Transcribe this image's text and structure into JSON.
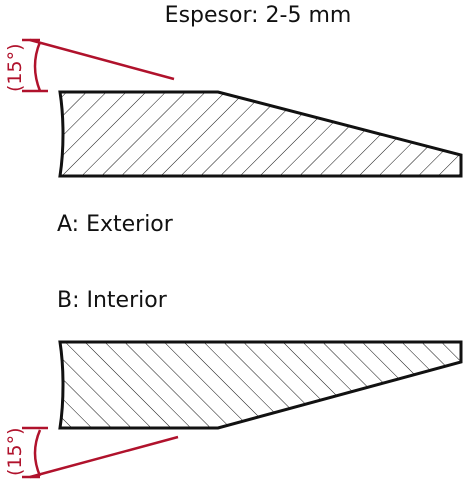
{
  "title": "Espesor: 2-5 mm",
  "label_a": "A: Exterior",
  "label_b": "B: Interior",
  "angle_top": "(15°)",
  "angle_bottom": "(15°)",
  "colors": {
    "outline": "#111111",
    "angle_marker": "#b0122c",
    "hatch": "#111111",
    "background": "#ffffff"
  }
}
